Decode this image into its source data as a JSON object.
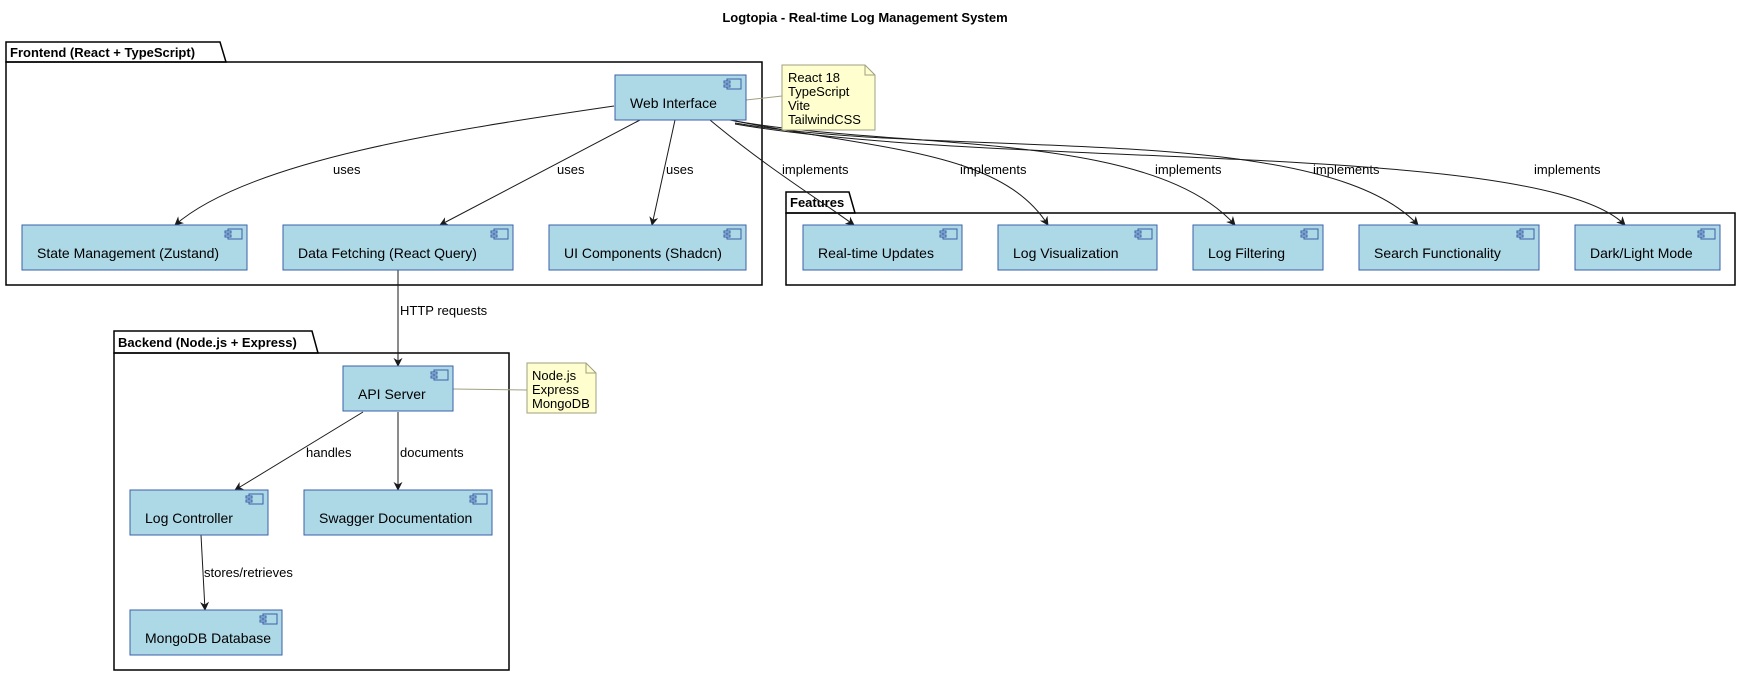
{
  "title": "Logtopia - Real-time Log Management System",
  "packages": {
    "frontend": "Frontend (React + TypeScript)",
    "features": "Features",
    "backend": "Backend (Node.js + Express)"
  },
  "components": {
    "web_interface": "Web Interface",
    "state_management": "State Management (Zustand)",
    "data_fetching": "Data Fetching (React Query)",
    "ui_components": "UI Components (Shadcn)",
    "realtime_updates": "Real-time Updates",
    "log_visualization": "Log Visualization",
    "log_filtering": "Log Filtering",
    "search_functionality": "Search Functionality",
    "dark_light_mode": "Dark/Light Mode",
    "api_server": "API Server",
    "log_controller": "Log Controller",
    "swagger_documentation": "Swagger Documentation",
    "mongodb_database": "MongoDB Database"
  },
  "notes": {
    "frontend_stack": [
      "React 18",
      "TypeScript",
      "Vite",
      "TailwindCSS"
    ],
    "backend_stack": [
      "Node.js",
      "Express",
      "MongoDB"
    ]
  },
  "edges": {
    "uses": "uses",
    "implements": "implements",
    "http_requests": "HTTP requests",
    "handles": "handles",
    "documents": "documents",
    "stores_retrieves": "stores/retrieves"
  }
}
